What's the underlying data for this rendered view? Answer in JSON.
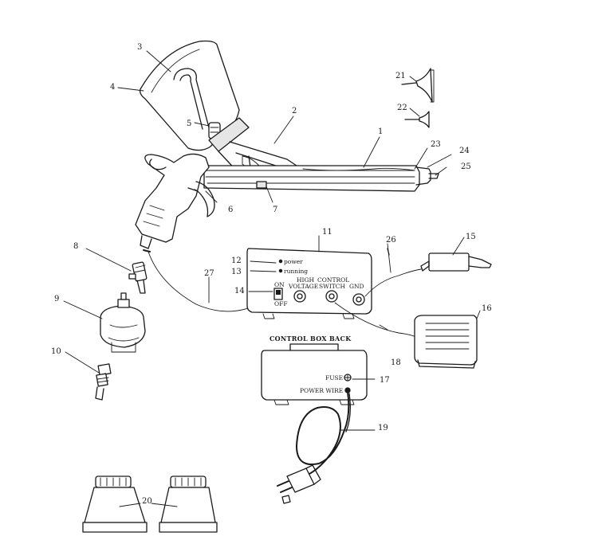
{
  "callouts": [
    "1",
    "2",
    "3",
    "4",
    "5",
    "6",
    "7",
    "8",
    "9",
    "10",
    "11",
    "12",
    "13",
    "14",
    "15",
    "16",
    "17",
    "18",
    "19",
    "20",
    "21",
    "22",
    "23",
    "24",
    "25",
    "26",
    "27"
  ],
  "control_box_front": {
    "power_label": "power",
    "running_label": "running",
    "on_label": "ON",
    "off_label": "OFF",
    "high_voltage_label_line1": "HIGH",
    "high_voltage_label_line2": "VOLTAGE",
    "control_switch_label_line1": "CONTROL",
    "control_switch_label_line2": "SWITCH",
    "gnd_label": "GND"
  },
  "control_box_back": {
    "title": "CONTROL BOX BACK",
    "fuse_label": "FUSE",
    "power_wire_label": "POWER WIRE"
  }
}
